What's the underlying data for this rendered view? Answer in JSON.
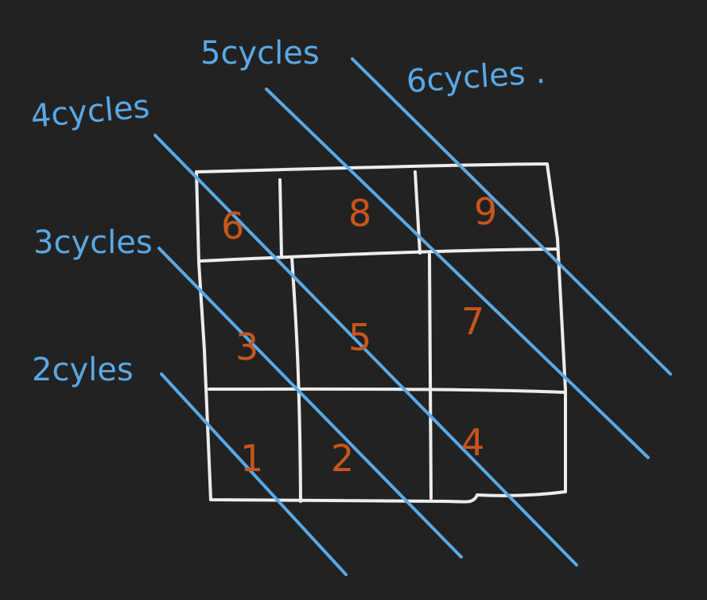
{
  "labels": {
    "cycles2": "2cyles",
    "cycles3": "3cycles",
    "cycles4": "4cycles",
    "cycles5": "5cycles",
    "cycles6": "6cycles ."
  },
  "grid": {
    "top": [
      "6",
      "8",
      "9"
    ],
    "middle": [
      "3",
      "5",
      "7"
    ],
    "bottom": [
      "1",
      "2",
      "4"
    ]
  },
  "colors": {
    "background": "#222222",
    "grid": "#ececec",
    "labels": "#5aa9e6",
    "numbers": "#c8561c"
  }
}
